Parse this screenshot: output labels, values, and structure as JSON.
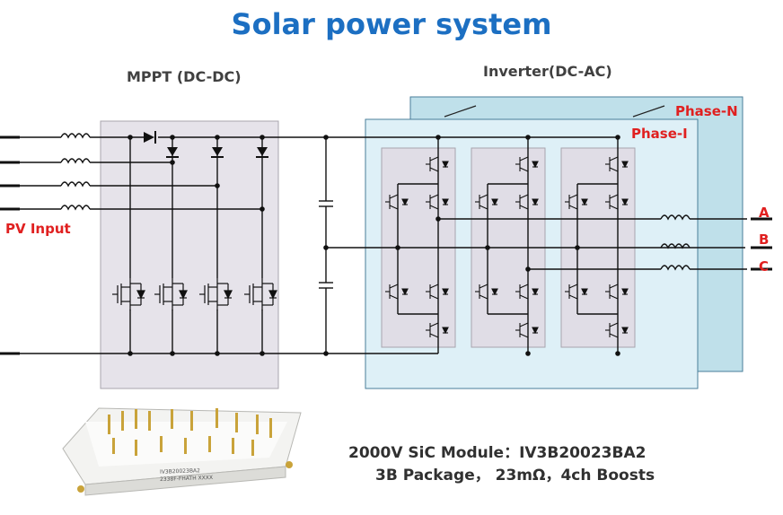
{
  "title": "Solar power system",
  "labels": {
    "mppt": "MPPT (DC-DC)",
    "inverter": "Inverter(DC-AC)",
    "phase_n": "Phase-N",
    "phase_i": "Phase-I",
    "pv_input": "PV Input",
    "output_a": "A",
    "output_b": "B",
    "output_c": "C"
  },
  "module_info": {
    "line1": "2000V SiC Module：IV3B20023BA2",
    "line2": "3B Package， 23mΩ，4ch Boosts",
    "chip_text1": "IV3B20023BA2",
    "chip_text2": "2338F-FHATH XXXX"
  },
  "colors": {
    "title": "#1c6fc2",
    "mppt_box": "#e6e3ea",
    "phase_n_box": "#bfe0ea",
    "phase_i_box": "#def0f7",
    "leg_box": "#e0dde6",
    "highlight": "#e02020"
  }
}
